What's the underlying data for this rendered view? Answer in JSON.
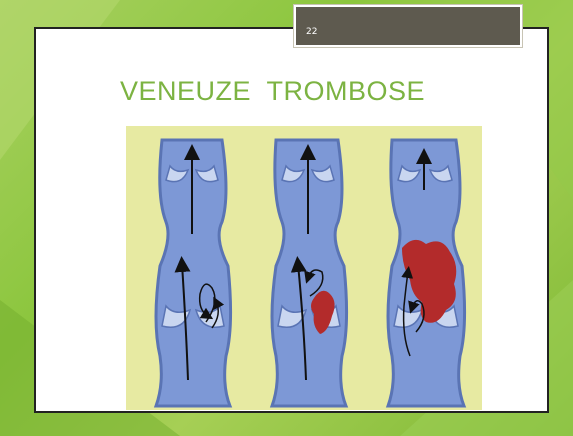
{
  "slide": {
    "number": "22",
    "title": "VENEUZE  TROMBOSE"
  },
  "figure": {
    "panels": [
      "normal-vein-flow",
      "early-thrombus",
      "advanced-thrombus"
    ],
    "colors": {
      "background": "#e7eaa2",
      "vein": "#7d98d6",
      "vein_outline": "#5a74b4",
      "valve": "#c9d6f0",
      "thrombus": "#b32b2b",
      "arrow": "#111111"
    }
  }
}
